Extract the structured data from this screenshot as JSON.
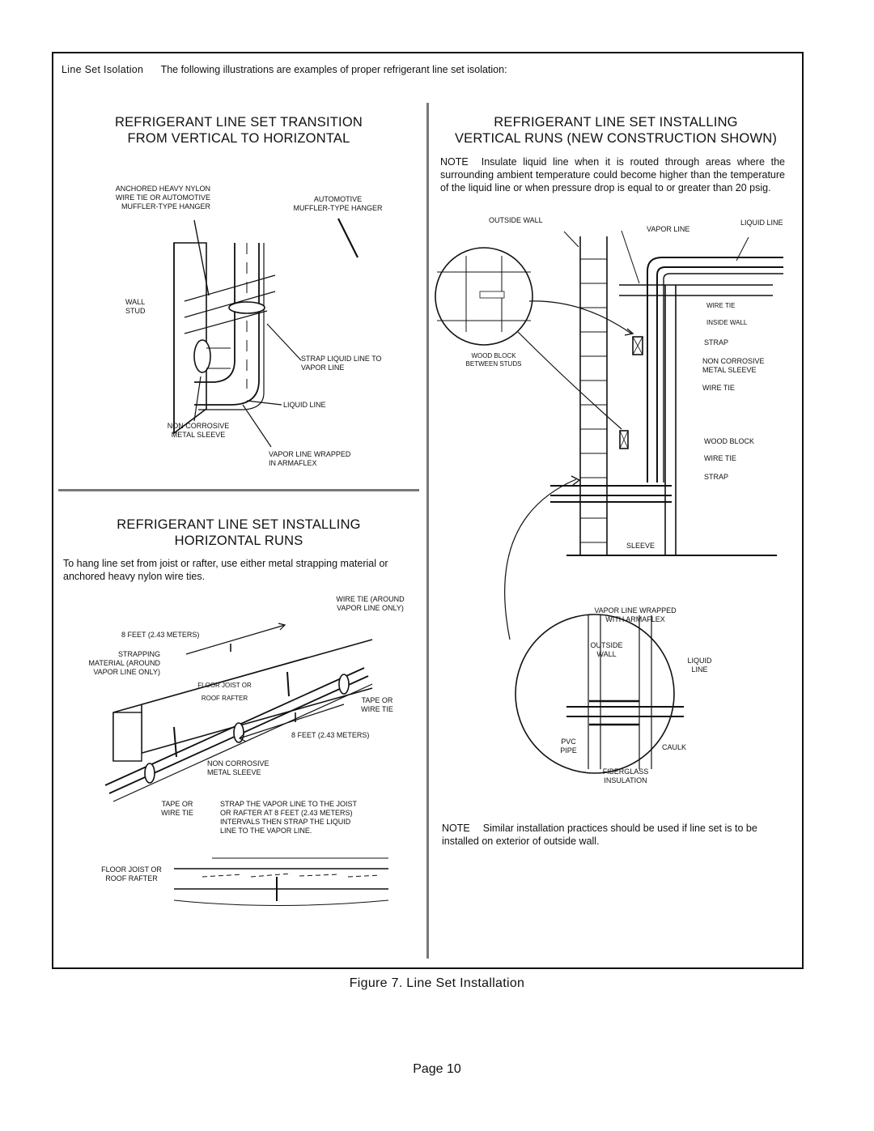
{
  "intro": {
    "label": "Line Set Isolation",
    "text": "The following illustrations are examples of proper refrigerant line set isolation:"
  },
  "sections": {
    "transition": {
      "title_line1": "REFRIGERANT LINE SET    TRANSITION",
      "title_line2": "FROM VERTICAL TO HORIZONTAL",
      "labels": {
        "anchored": [
          "ANCHORED HEAVY NYLON",
          "WIRE TIE OR AUTOMOTIVE",
          "MUFFLER-TYPE HANGER"
        ],
        "automotive": [
          "AUTOMOTIVE",
          "MUFFLER-TYPE HANGER"
        ],
        "wall_stud": [
          "WALL",
          "STUD"
        ],
        "strap_liquid": [
          "STRAP LIQUID LINE TO",
          "VAPOR LINE"
        ],
        "liquid_line": "LIQUID LINE",
        "sleeve": [
          "NON CORROSIVE",
          "METAL SLEEVE"
        ],
        "vapor_wrapped": [
          "VAPOR LINE   WRAPPED",
          "IN ARMAFLEX"
        ]
      }
    },
    "vertical": {
      "title_line1": "REFRIGERANT LINE SET    INSTALLING",
      "title_line2": "VERTICAL RUNS (NEW CONSTRUCTION SHOWN)",
      "note_keyword": "NOTE",
      "note_text": "Insulate liquid line when it is routed through areas where the surrounding ambient temperature could become higher than the temperature of the liquid line or when pressure drop is equal to or greater than 20 psig.",
      "labels": {
        "outside_wall": "OUTSIDE WALL",
        "vapor_line": "VAPOR LINE",
        "liquid_line": "LIQUID LINE",
        "wire_tie_1": "WIRE TIE",
        "inside_wall": "INSIDE WALL",
        "strap_1": "STRAP",
        "wood_block_between": [
          "WOOD BLOCK",
          "BETWEEN STUDS"
        ],
        "sleeve_right": [
          "NON CORROSIVE",
          "METAL SLEEVE"
        ],
        "wire_tie_2": "WIRE TIE",
        "wood_block": "WOOD BLOCK",
        "wire_tie_3": "WIRE TIE",
        "strap_2": "STRAP",
        "sleeve": "SLEEVE",
        "vapor_wrapped": [
          "VAPOR LINE WRAPPED",
          "WITH ARMAFLEX"
        ],
        "outside_wall_2": [
          "OUTSIDE",
          "WALL"
        ],
        "liquid_line_2": [
          "LIQUID",
          "LINE"
        ],
        "pvc_pipe": [
          "PVC",
          "PIPE"
        ],
        "caulk": "CAULK",
        "fiberglass": [
          "FIBERGLASS",
          "INSULATION"
        ]
      },
      "note2_keyword": "NOTE",
      "note2_text": "Similar installation practices should be used if line set is to be installed on exterior of outside wall."
    },
    "horizontal": {
      "title_line1": "REFRIGERANT LINE SET    INSTALLING",
      "title_line2": "HORIZONTAL RUNS",
      "body": "To hang line set from joist or rafter, use either metal strapping material or anchored heavy nylon wire ties.",
      "labels": {
        "wire_tie_around": [
          "WIRE TIE (AROUND",
          "VAPOR LINE ONLY)"
        ],
        "eight_feet_1": "8 FEET (2.43 METERS)",
        "strapping": [
          "STRAPPING",
          "MATERIAL (AROUND",
          "VAPOR LINE ONLY)"
        ],
        "floor_joist_small": [
          "FLOOR JOIST OR",
          "ROOF RAFTER"
        ],
        "tape_wire_1": [
          "TAPE OR",
          "WIRE TIE"
        ],
        "eight_feet_2": "8 FEET (2.43 METERS)",
        "sleeve": [
          "NON CORROSIVE",
          "METAL SLEEVE"
        ],
        "tape_wire_2": [
          "TAPE OR",
          "WIRE TIE"
        ],
        "strap_instructions": [
          "STRAP THE VAPOR LINE TO THE JOIST",
          "OR RAFTER AT 8 FEET (2.43 METERS)",
          "INTERVALS THEN STRAP THE LIQUID",
          "LINE TO THE VAPOR LINE."
        ],
        "floor_joist": [
          "FLOOR JOIST OR",
          "ROOF RAFTER"
        ]
      }
    }
  },
  "caption": "Figure 7. Line Set Installation",
  "page": "Page 10"
}
